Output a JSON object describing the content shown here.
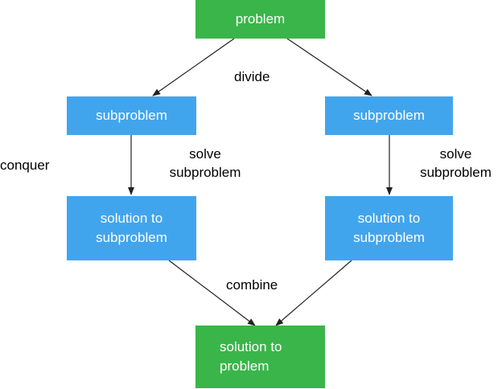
{
  "nodes": {
    "problem": "problem",
    "subproblem_left": "subproblem",
    "subproblem_right": "subproblem",
    "solution_left": [
      "solution to",
      "subproblem"
    ],
    "solution_right": [
      "solution to",
      "subproblem"
    ],
    "final_solution": [
      "solution to",
      "problem"
    ]
  },
  "labels": {
    "divide": "divide",
    "conquer": "conquer",
    "solve_left": [
      "solve",
      "subproblem"
    ],
    "solve_right": [
      "solve",
      "subproblem"
    ],
    "combine": "combine"
  },
  "colors": {
    "green_node": "#3ab54a",
    "blue_node": "#41a5ee",
    "arrow": "#222222"
  }
}
